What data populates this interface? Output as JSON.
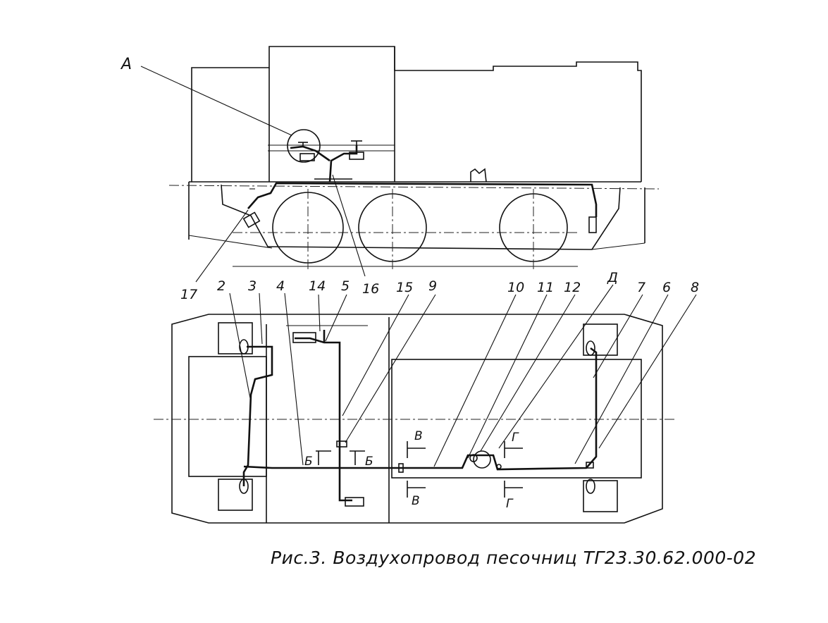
{
  "figure": {
    "caption": "Рис.3. Воздухопровод песочниц ТГ23.30.62.000-02"
  },
  "side_view": {
    "detail_callout": "А"
  },
  "position_labels": {
    "p2": "2",
    "p3": "3",
    "p4": "4",
    "p5": "5",
    "p6": "6",
    "p7": "7",
    "p8": "8",
    "p9": "9",
    "p10": "10",
    "p11": "11",
    "p12": "12",
    "p14": "14",
    "p15": "15",
    "p16": "16",
    "p17": "17",
    "detail_d": "Д"
  },
  "section_markers": {
    "b_left": "Б",
    "b_right": "Б",
    "v_top": "В",
    "v_bottom": "В",
    "g_top": "Г",
    "g_bottom": "Г"
  }
}
